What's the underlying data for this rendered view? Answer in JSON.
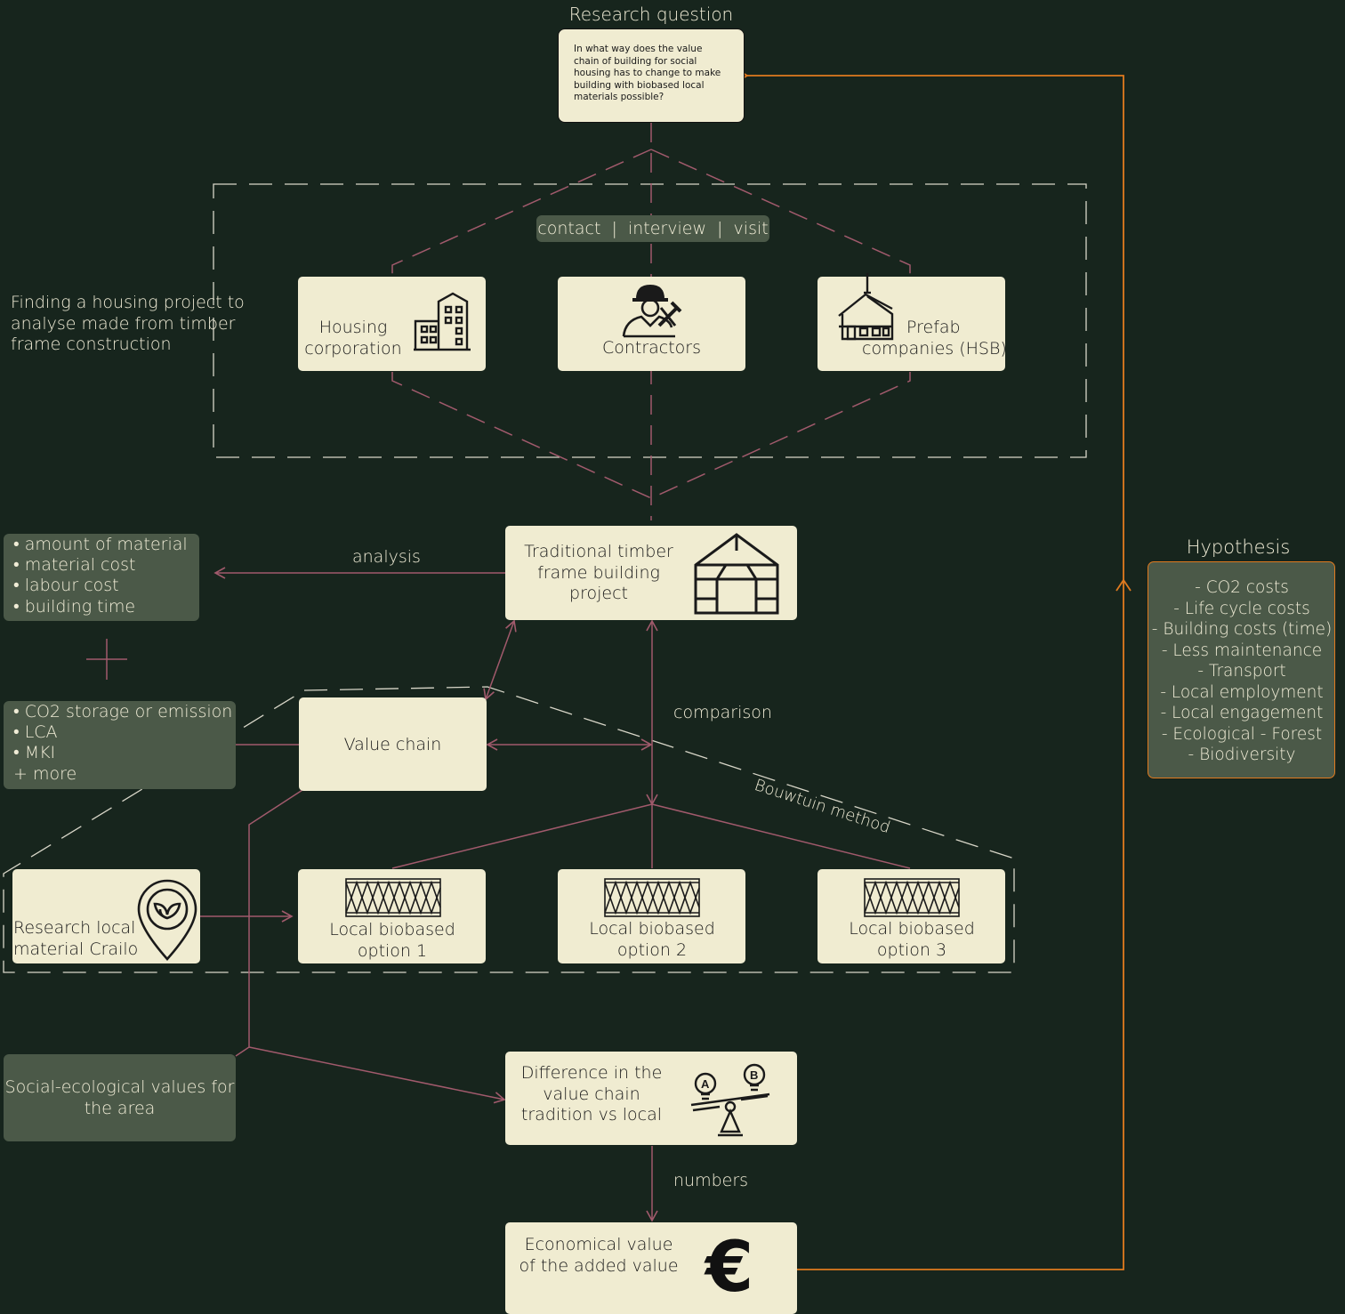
{
  "research_question": {
    "title": "Research question",
    "text": "In what way does the value chain of building for social housing has to change to make building with biobased local materials possible?"
  },
  "stakeholders": {
    "tag": "contact  |  interview  |  visit",
    "finding_note": "Finding a housing project to analyse made from timber frame construction",
    "housing": "Housing corporation",
    "contractors": "Contractors",
    "prefab": "Prefab companies (HSB)"
  },
  "project": {
    "traditional": "Traditional timber frame building project",
    "analysis_label": "analysis",
    "comparison_label": "comparison",
    "analysis_items": [
      "• amount of material",
      "• material cost",
      "• labour cost",
      "• building time"
    ],
    "impact_items": [
      "• CO2 storage or emission",
      "• LCA",
      "• MKI",
      "+ more"
    ],
    "value_chain": "Value chain",
    "method_label": "Bouwtuin method"
  },
  "options": {
    "research_local": "Research local material Crailo",
    "option1": "Local biobased option 1",
    "option2": "Local biobased option 2",
    "option3": "Local biobased option 3"
  },
  "outcome": {
    "social": "Social-ecological values for the area",
    "difference": "Difference in the value chain tradition vs local",
    "numbers_label": "numbers",
    "economical": "Economical value of the added value"
  },
  "hypothesis": {
    "title": "Hypothesis",
    "items": [
      "- CO2 costs",
      "- Life cycle costs",
      "- Building costs (time)",
      "- Less maintenance",
      "- Transport",
      "- Local employment",
      "- Local engagement",
      "- Ecological - Forest",
      "- Biodiversity"
    ]
  },
  "colors": {
    "background": "#17251d",
    "box": "#f0ecd1",
    "green_box": "#4b5948",
    "connector": "#a15a6c",
    "hypothesis_accent": "#e07a1f"
  }
}
